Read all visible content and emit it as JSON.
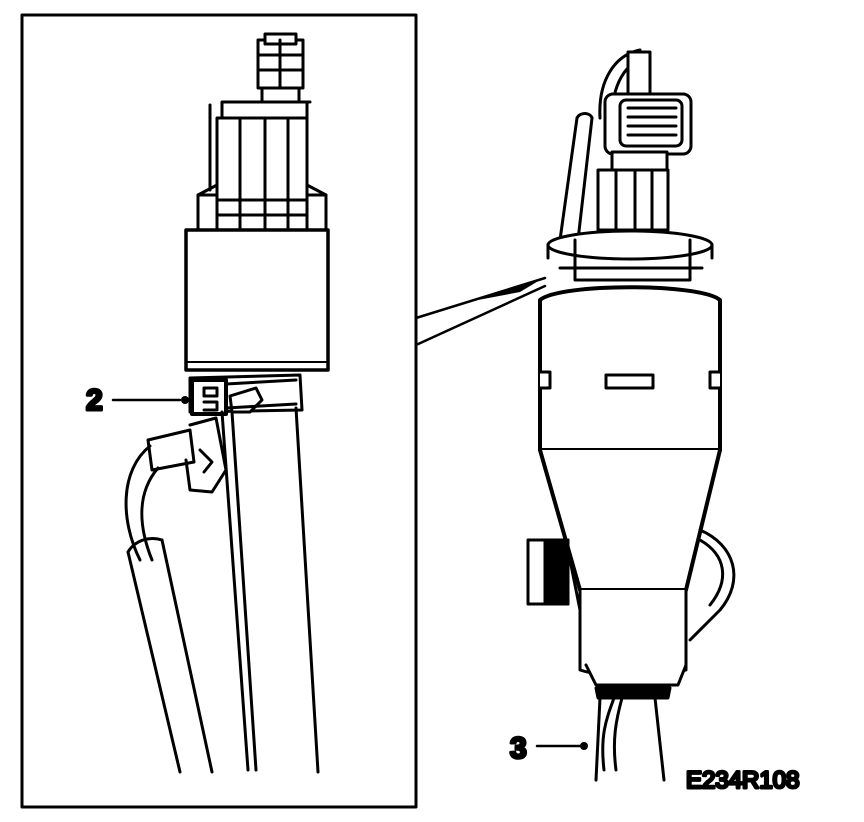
{
  "callouts": [
    {
      "label": "2"
    },
    {
      "label": "3"
    }
  ],
  "figure_code": "E234R108",
  "colors": {
    "ink": "#000000",
    "paper": "#ffffff"
  }
}
